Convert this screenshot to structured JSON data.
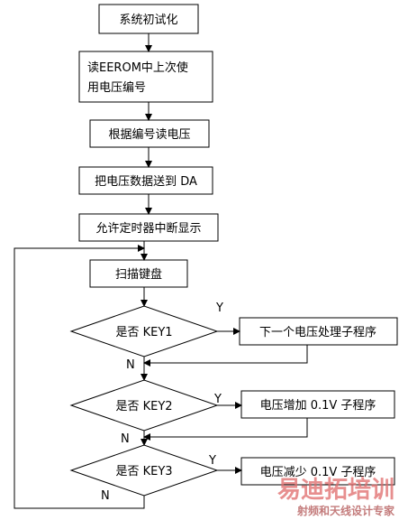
{
  "nodes": {
    "init": "系统初试化",
    "read_eerom_1": "读EEROM中上次使",
    "read_eerom_2": "用电压编号",
    "read_voltage": "根据编号读电压",
    "send_da": "把电压数据送到 DA",
    "allow_timer": "允许定时器中断显示",
    "scan_keyboard": "扫描键盘",
    "is_key1": "是否 KEY1",
    "is_key2": "是否 KEY2",
    "is_key3": "是否 KEY3",
    "next_voltage": "下一个电压处理子程序",
    "voltage_up": "电压增加 0.1V 子程序",
    "voltage_down": "电压减少 0.1V 子程序"
  },
  "labels": {
    "yes": "Y",
    "no": "N"
  },
  "watermark": {
    "main": "易迪拓培训",
    "sub": "射频和天线设计专家"
  }
}
